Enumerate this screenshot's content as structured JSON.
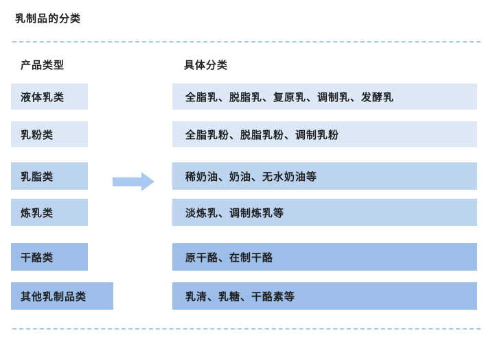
{
  "page": {
    "title": "乳制品的分类"
  },
  "table": {
    "headers": {
      "product_type": "产品类型",
      "detail": "具体分类"
    },
    "rows": [
      {
        "type": "液体乳类",
        "detail": "全脂乳、脱脂乳、复原乳、调制乳、发酵乳"
      },
      {
        "type": "乳粉类",
        "detail": "全脂乳粉、脱脂乳粉、调制乳粉"
      },
      {
        "type": "乳脂类",
        "detail": "稀奶油、奶油、无水奶油等"
      },
      {
        "type": "炼乳类",
        "detail": "淡炼乳、调制炼乳等"
      },
      {
        "type": "干酪类",
        "detail": "原干酪、在制干酪"
      },
      {
        "type": "其他乳制品类",
        "detail": "乳清、乳糖、干酪素等"
      }
    ]
  },
  "icons": {
    "arrow": "right-block-arrow"
  },
  "colors": {
    "row_tone_light": "#dce8f6",
    "row_tone_medium": "#bdd4f1",
    "row_tone_dark": "#9dbee9",
    "arrow": "#a9c9f0",
    "dashed_line": "#a5c7f0",
    "text": "#1f1f1f"
  }
}
